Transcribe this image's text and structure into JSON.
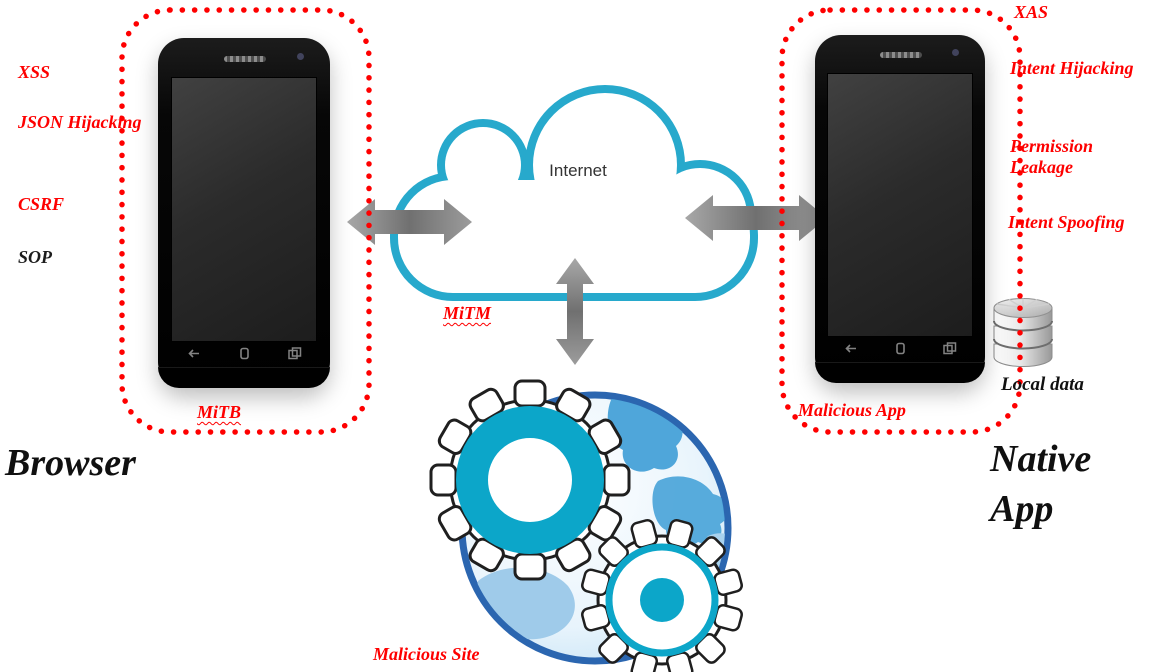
{
  "colors": {
    "threat_red": "#FE0000",
    "dotted_border_red": "#FE0000",
    "cloud_stroke_teal": "#27A9CC",
    "gear_teal": "#0CA6C9",
    "globe_blue": "#2B66B0",
    "arrow_gray": "#8A8A8A",
    "black_text": "#101010"
  },
  "browser_zone": {
    "threats": [
      "XSS",
      "JSON Hijacking",
      "CSRF",
      "SOP"
    ],
    "attack_label": "MiTB",
    "title": "Browser"
  },
  "network": {
    "cloud_label": "Internet",
    "attack_label": "MiTM"
  },
  "malicious_site": {
    "label": "Malicious Site"
  },
  "native_zone": {
    "threats": [
      "XAS",
      "Intent Hijacking",
      "Permission Leakage",
      "Intent Spoofing"
    ],
    "attack_label": "Malicious App",
    "title": "Native App",
    "storage_label": "Local data"
  }
}
